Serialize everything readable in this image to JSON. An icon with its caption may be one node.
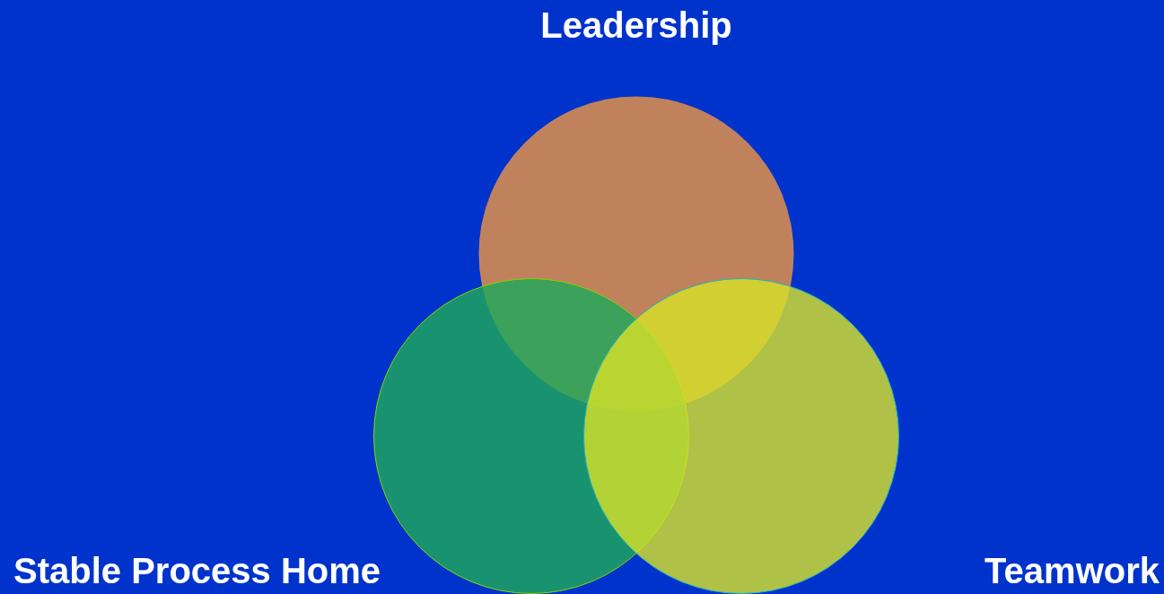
{
  "diagram": {
    "nodes": [
      {
        "text": [
          "Leadership"
        ]
      },
      {
        "text": [
          "Stable Process Home"
        ]
      },
      {
        "text": [
          "Teamwork"
        ]
      }
    ]
  }
}
